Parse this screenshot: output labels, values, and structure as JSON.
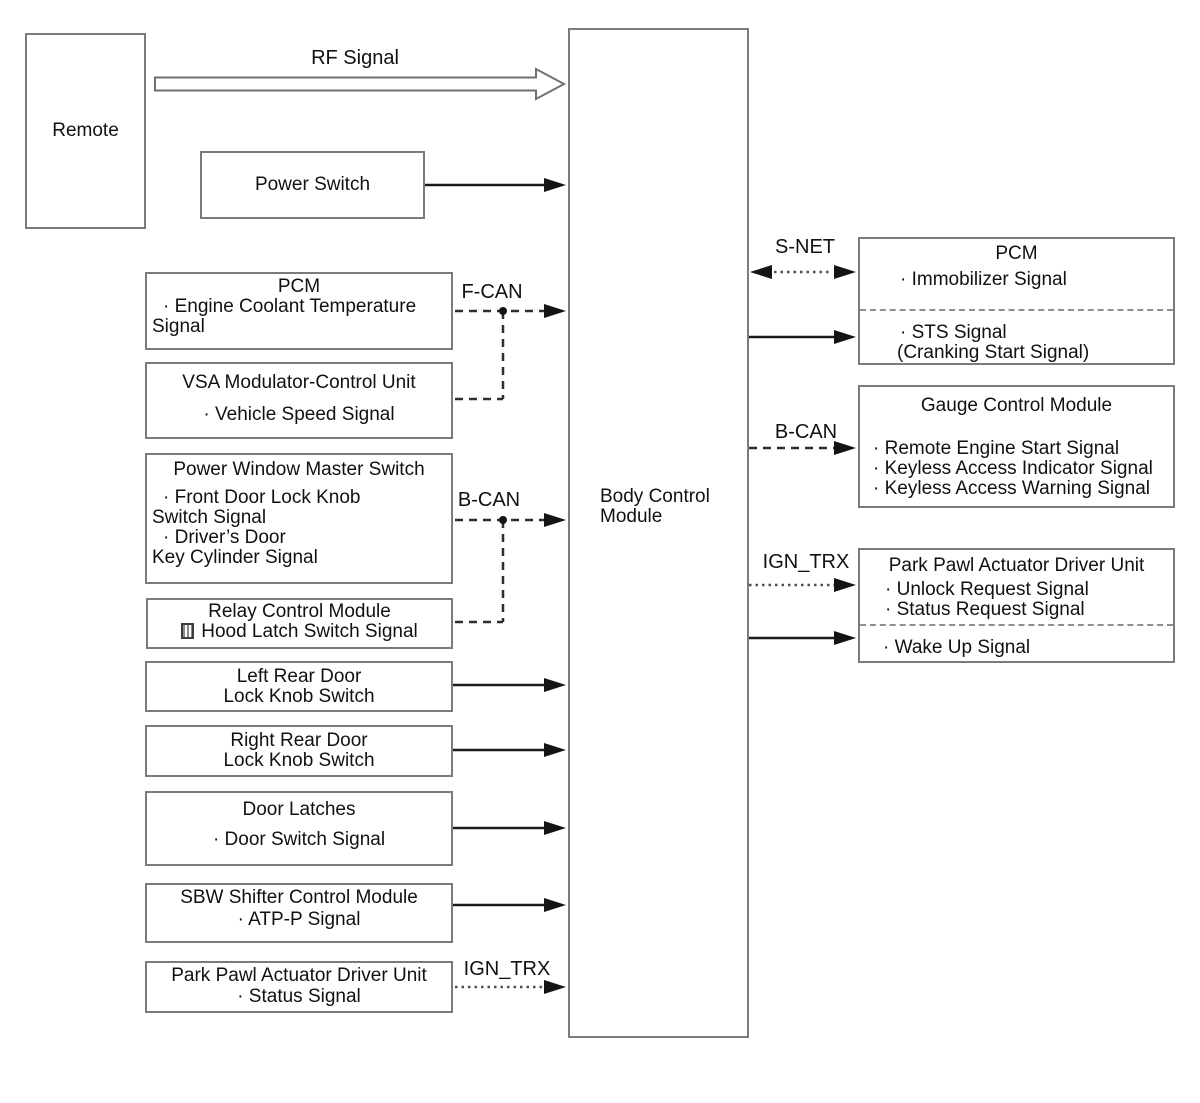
{
  "nodes": {
    "remote": {
      "label": "Remote"
    },
    "power_switch": {
      "label": "Power Switch"
    },
    "bcm": {
      "lines": [
        "Body Control",
        "Module"
      ]
    },
    "pcm_left": {
      "title": "PCM",
      "lines": [
        "· Engine Coolant Temperature",
        "Signal"
      ]
    },
    "vsa": {
      "title": "VSA Modulator-Control Unit",
      "lines": [
        "· Vehicle Speed Signal"
      ]
    },
    "pwms": {
      "title": "Power Window Master Switch",
      "lines": [
        "· Front Door Lock Knob",
        "Switch Signal",
        "· Driver’s Door",
        "Key Cylinder Signal"
      ]
    },
    "relay": {
      "title": "Relay Control Module",
      "bullet_icon": "missing-glyph-box",
      "lines": [
        "Hood Latch Switch Signal"
      ]
    },
    "left_rear": {
      "lines": [
        "Left Rear Door",
        "Lock Knob Switch"
      ]
    },
    "right_rear": {
      "lines": [
        "Right Rear Door",
        "Lock Knob Switch"
      ]
    },
    "door_latches": {
      "title": "Door Latches",
      "lines": [
        "· Door Switch Signal"
      ]
    },
    "sbw": {
      "title": "SBW Shifter Control Module",
      "lines": [
        "· ATP-P Signal"
      ]
    },
    "pp_left": {
      "title": "Park Pawl Actuator Driver Unit",
      "lines": [
        "· Status Signal"
      ]
    },
    "pcm_right": {
      "title": "PCM",
      "upper_lines": [
        "· Immobilizer Signal"
      ],
      "lower_lines": [
        "· STS Signal",
        "(Cranking Start Signal)"
      ]
    },
    "gauge": {
      "title": "Gauge Control Module",
      "lines": [
        "· Remote Engine Start Signal",
        "· Keyless Access Indicator Signal",
        "· Keyless Access Warning Signal"
      ]
    },
    "pp_right": {
      "title": "Park Pawl Actuator Driver Unit",
      "upper_lines": [
        "· Unlock Request Signal",
        "· Status Request Signal"
      ],
      "lower_lines": [
        "· Wake Up Signal"
      ]
    }
  },
  "labels": {
    "rf": "RF Signal",
    "f_can": "F-CAN",
    "b_can_left": "B-CAN",
    "ign_trx_left": "IGN_TRX",
    "s_net": "S-NET",
    "b_can_right": "B-CAN",
    "ign_trx_right": "IGN_TRX"
  },
  "colors": {
    "background": "#ffffff",
    "box_border": "#7b7b7b",
    "solid_line": "#1a1a1a",
    "dashed_line": "#2e2e2e",
    "dotted_line": "#4f4f4f",
    "inner_divider": "#8f8f8f",
    "text": "#111111"
  }
}
